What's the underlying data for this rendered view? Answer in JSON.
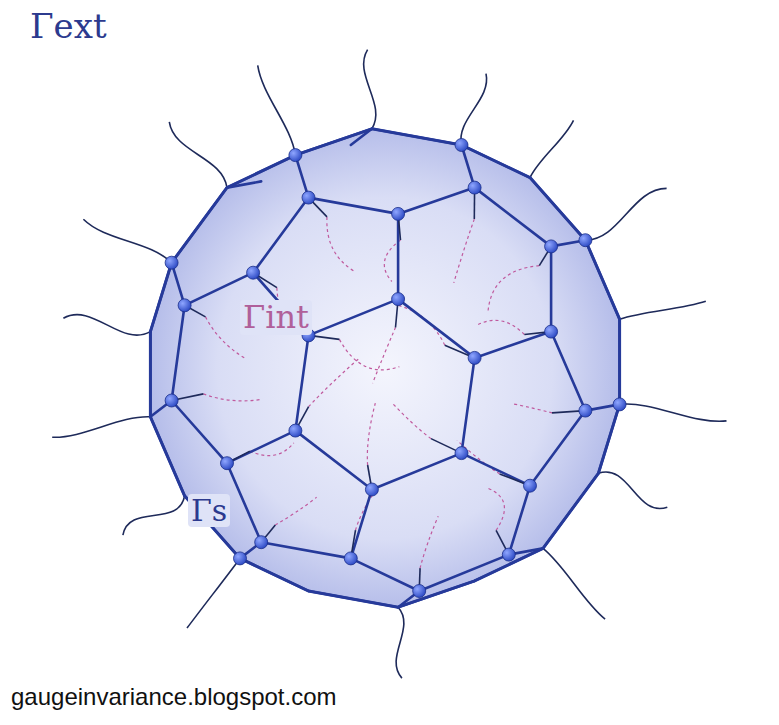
{
  "diagram": {
    "labels": [
      "Γext",
      "Γint",
      "Γs",
      "gaugeinvariance.blogspot.com"
    ]
  }
}
